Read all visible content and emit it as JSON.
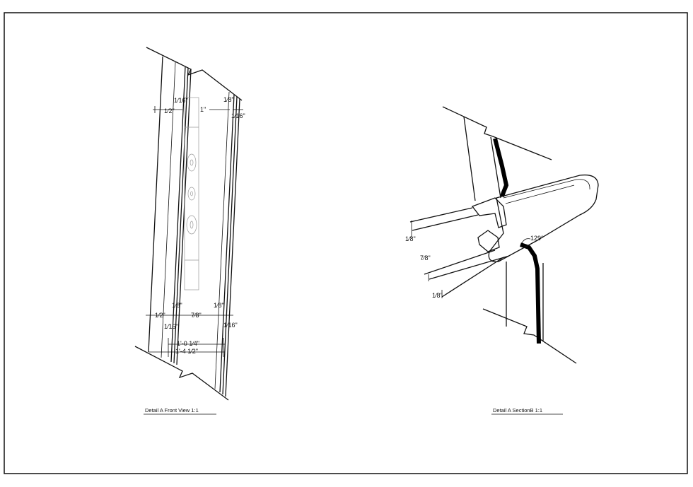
{
  "views": [
    {
      "caption": "Detail A Front View 1:1",
      "dims": {
        "d1": "1⁄16\"",
        "d2": "1⁄2\"",
        "d3": "1\"",
        "d4": "1⁄8\"",
        "d5": "1⁄16\"",
        "d6": "1⁄8\"",
        "d7": "1⁄2\"",
        "d8": "7⁄8\"",
        "d9": "1⁄8\"",
        "d10": "1⁄16\"",
        "d11": "1⁄16\"",
        "d12": "1'-0 1⁄4\"",
        "d13": "1'-4 1⁄2\""
      }
    },
    {
      "caption": "Detail A SectionB 1:1",
      "dims": {
        "a1": "1⁄8\"",
        "a2": "7⁄8\"",
        "a3": "1⁄8\"",
        "angle": "129°"
      }
    }
  ],
  "colors": {
    "line": "#111111",
    "fill": "#000000",
    "background": "#ffffff"
  }
}
